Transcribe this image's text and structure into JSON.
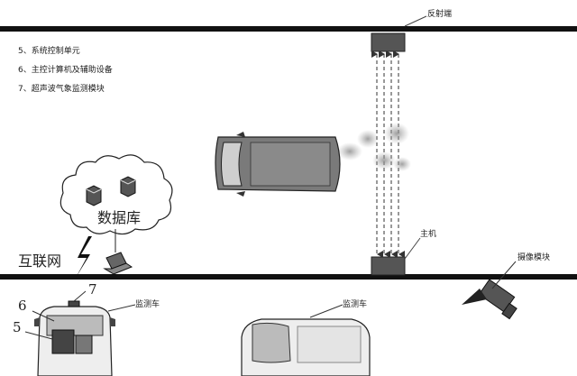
{
  "legend": [
    "5、系统控制单元",
    "6、主控计算机及辅助设备",
    "7、超声波气象监测模块"
  ],
  "labels": {
    "reflector": "反射端",
    "host": "主机",
    "camera_module": "摄像模块",
    "monitor_car_left": "监测车",
    "monitor_car_center": "监测车",
    "database": "数据库",
    "internet": "互联网",
    "num5": "5",
    "num6": "6",
    "num7": "7"
  }
}
